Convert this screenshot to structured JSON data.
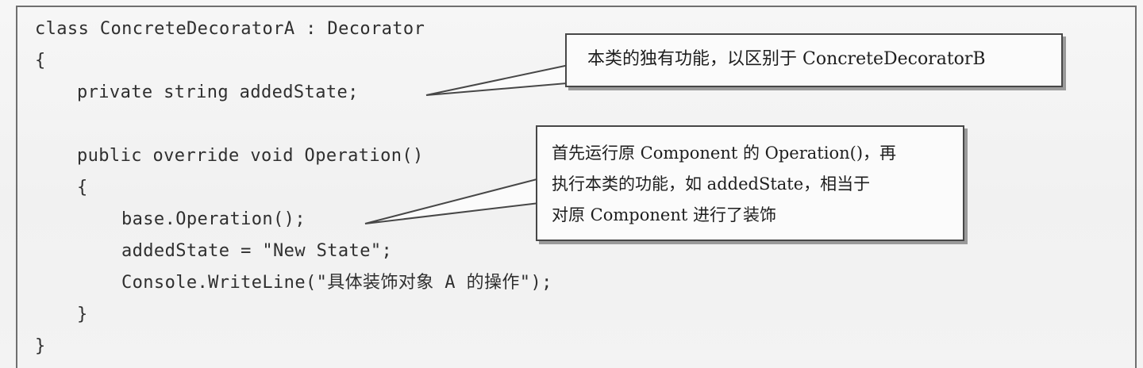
{
  "code": [
    "class ConcreteDecoratorA : Decorator",
    "{",
    "private string addedState;",
    "public override void Operation()",
    "{",
    "base.Operation();",
    "addedState = \"New State\";",
    "Console.WriteLine(\"具体装饰对象 A 的操作\");",
    "}",
    "}"
  ],
  "callouts": {
    "first": "本类的独有功能，以区别于 ConcreteDecoratorB",
    "second": [
      "首先运行原 Component 的 Operation()，再",
      "执行本类的功能，如 addedState，相当于",
      "对原 Component 进行了装饰"
    ]
  }
}
